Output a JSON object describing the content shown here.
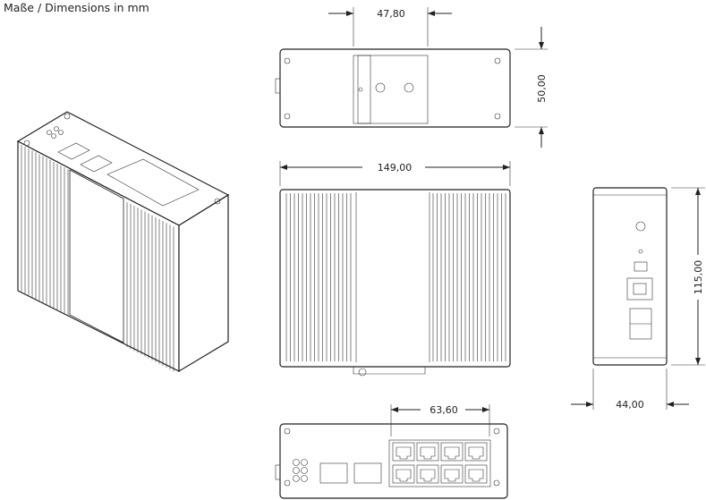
{
  "title": "Maße / Dimensions in mm",
  "dimensions": {
    "rail_width": "47,80",
    "depth_top": "50,00",
    "width": "149,00",
    "height": "115,00",
    "depth_side": "44,00",
    "port_block_width": "63,60"
  },
  "views": {
    "ports_per_row": 4,
    "port_rows": 2,
    "sfp_slots": 2,
    "leds": 6
  }
}
